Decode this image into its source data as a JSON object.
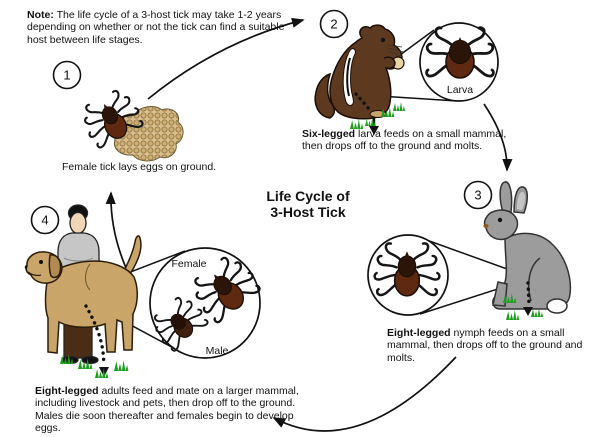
{
  "note": {
    "label": "Note:",
    "text": " The life cycle of a 3-host tick may take 1-2 years depending on whether or not the tick can find a suitable host between life stages."
  },
  "title": {
    "line1": "Life Cycle of",
    "line2": "3-Host Tick"
  },
  "stages": [
    {
      "number": "1",
      "caption": "Female tick lays eggs on ground."
    },
    {
      "number": "2",
      "bold": "Six-legged",
      "caption": " larva feeds on a small mammal, then drops off to the ground and molts.",
      "magnifier_label": "Larva"
    },
    {
      "number": "3",
      "bold": "Eight-legged",
      "caption": " nymph feeds on a small mammal, then drops off to the ground and molts."
    },
    {
      "number": "4",
      "bold": "Eight-legged",
      "caption": " adults feed and mate on a larger mammal, including livestock and pets, then drop off to the ground. Males die soon thereafter and females begin to develop eggs.",
      "magnifier_labels": {
        "top": "Female",
        "bottom": "Male"
      }
    }
  ],
  "colors": {
    "tick_body": "#5E2910",
    "tick_scutum": "#2B1408",
    "male_tick_body": "#40200E",
    "egg_mass": "#D9BE8C",
    "chipmunk": "#5D3A1F",
    "rabbit": "#9C9C9C",
    "dog": "#C9A56A",
    "shirt": "#C6C6C6",
    "skin": "#F2D7B6",
    "pants": "#4A2D14",
    "grass": "#1E9E1E",
    "line": "#111111"
  }
}
